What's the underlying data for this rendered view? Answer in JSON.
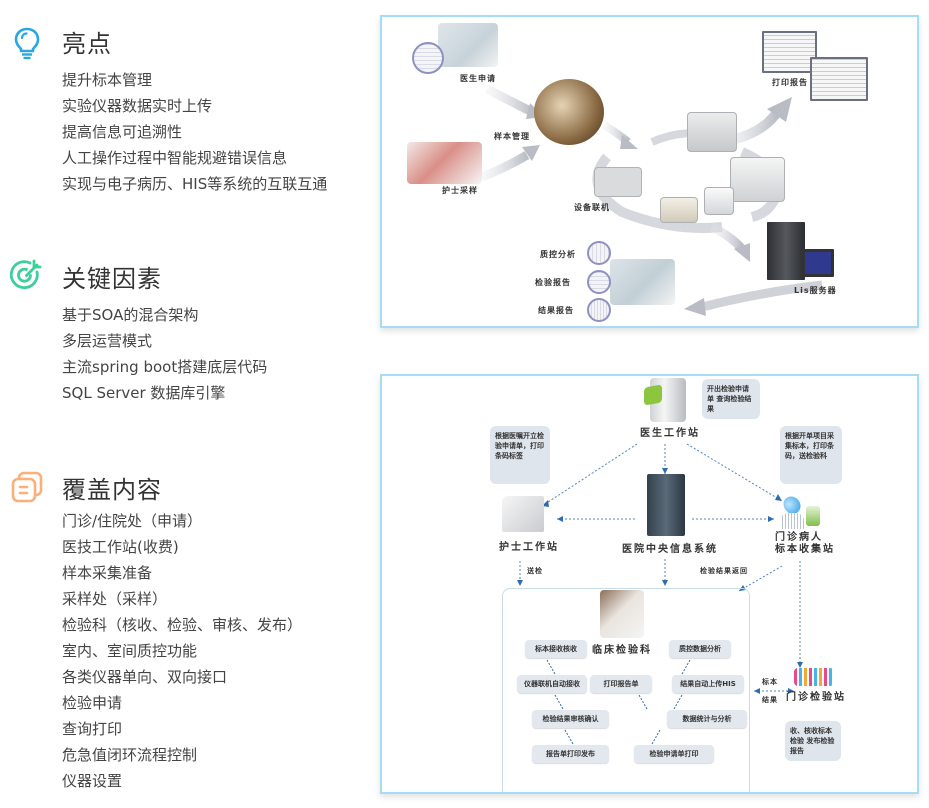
{
  "sections": [
    {
      "icon": "lightbulb-icon",
      "icon_color": "#29a8e0",
      "title": "亮点",
      "items": [
        "提升标本管理",
        "实验仪器数据实时上传",
        "提高信息可追溯性",
        "人工操作过程中智能规避错误信息",
        "实现与电子病历、HIS等系统的互联互通"
      ]
    },
    {
      "icon": "target-arrow-icon",
      "icon_color": "#3ccf9a",
      "title": "关键因素",
      "items": [
        "基于SOA的混合架构",
        "多层运营模式",
        "主流spring boot搭建底层代码",
        "SQL Server 数据库引擎"
      ]
    },
    {
      "icon": "stacked-documents-icon",
      "icon_color": "#fbb07a",
      "title": "覆盖内容",
      "items": [
        "门诊/住院处（申请）",
        "医技工作站(收费)",
        "样本采集准备",
        "采样处（采样）",
        "检验科（核收、检验、审核、发布）",
        "室内、室间质控功能",
        "各类仪器单向、双向接口",
        "检验申请",
        "查询打印",
        "危急值闭环流程控制",
        "仪器设置"
      ]
    }
  ],
  "diagram1": {
    "frame_color": "#a6dcf5",
    "labels": {
      "doctor_request": "医生申请",
      "nurse_sampling": "护士采样",
      "sample_management": "样本管理",
      "device_connection": "设备联机",
      "print_report": "打印报告",
      "lis_server": "Lis服务器",
      "qc_analysis": "质控分析",
      "lab_report": "检验报告",
      "result_report": "结果报告"
    }
  },
  "diagram2": {
    "nodes": {
      "doctor_ws": "医生工作站",
      "nurse_ws": "护士工作站",
      "central": "医院中央信息系统",
      "outpatient": "门诊病人\n标本收集站",
      "lab_dept": "临床检验科",
      "outpatient_lab": "门诊检验站"
    },
    "bubbles": {
      "doctor": "开出检验申请单\n查询检验结果",
      "nurse": "根据医嘱开立检验申请单，打印条码标签",
      "outpatient": "根据开单项目采集标本，打印条码，送检验科",
      "outpatient_lab": "收、核收标本检验\n发布检验报告"
    },
    "edge_labels": {
      "send": "送检",
      "return_results": "检验结果返回",
      "sample": "标本",
      "result": "结果"
    },
    "flow_boxes": [
      "标本接收核收",
      "仪器联机自动接收",
      "检验结果审核确认",
      "报告单打印发布",
      "打印报告单",
      "质控数据分析",
      "数据统计与分析",
      "结果自动上传HIS",
      "检验申请单打印"
    ]
  }
}
